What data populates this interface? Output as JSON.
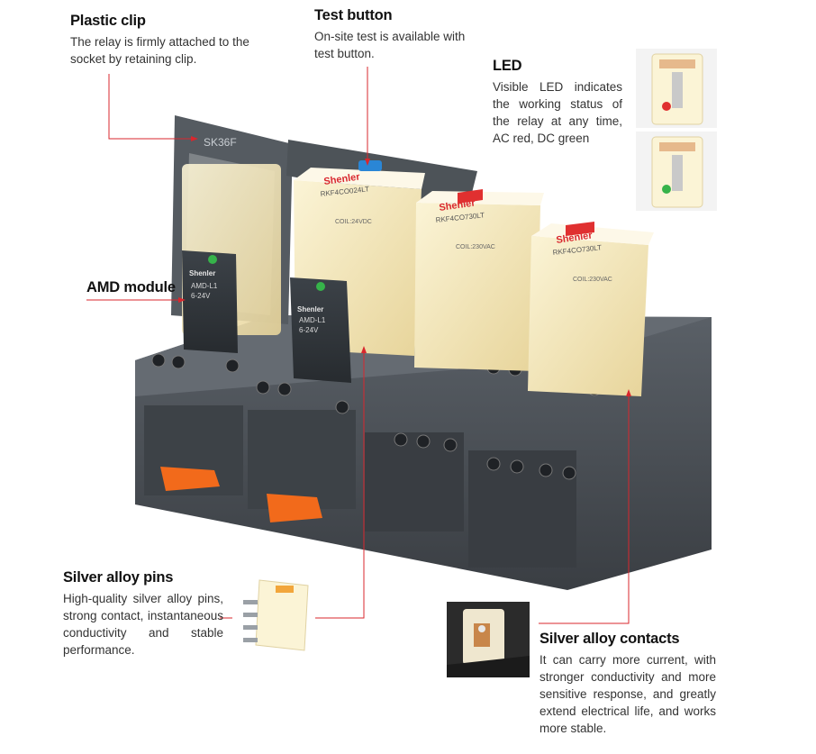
{
  "callouts": {
    "plastic_clip": {
      "title": "Plastic clip",
      "text": "The relay is firmly attached to the socket by retaining clip."
    },
    "test_button": {
      "title": "Test button",
      "text": "On-site test is available with test button."
    },
    "led": {
      "title": "LED",
      "text": "Visible LED indicates the working status of the relay at any time, AC red, DC green"
    },
    "amd_module": {
      "title": "AMD module"
    },
    "silver_pins": {
      "title": "Silver alloy pins",
      "text": "High-quality silver alloy pins, strong contact, instantaneous conductivity and stable performance."
    },
    "silver_contacts": {
      "title": "Silver alloy contacts",
      "text": "It can carry more current, with stronger conductivity and more sensitive response, and greatly extend electrical life, and works more stable."
    }
  },
  "product": {
    "clip_label": "SK36F",
    "brand": "Shenler",
    "relay_models": [
      "RKF4CO024LT",
      "RKF4CO730LT",
      "RKF4CO730LT"
    ],
    "coil_labels": [
      "COIL:24VDC",
      "COIL:230VAC",
      "COIL:230VAC"
    ],
    "module_name": "AMD-L1",
    "module_voltage": "6-24V"
  },
  "colors": {
    "callout_line": "#d9272e",
    "relay_body": "#f3e6b8",
    "socket": "#4a4f55",
    "release_tab": "#f26a1b",
    "test_button": "#2a86d6",
    "led_ac": "#e03030",
    "led_dc": "#36b34a"
  }
}
